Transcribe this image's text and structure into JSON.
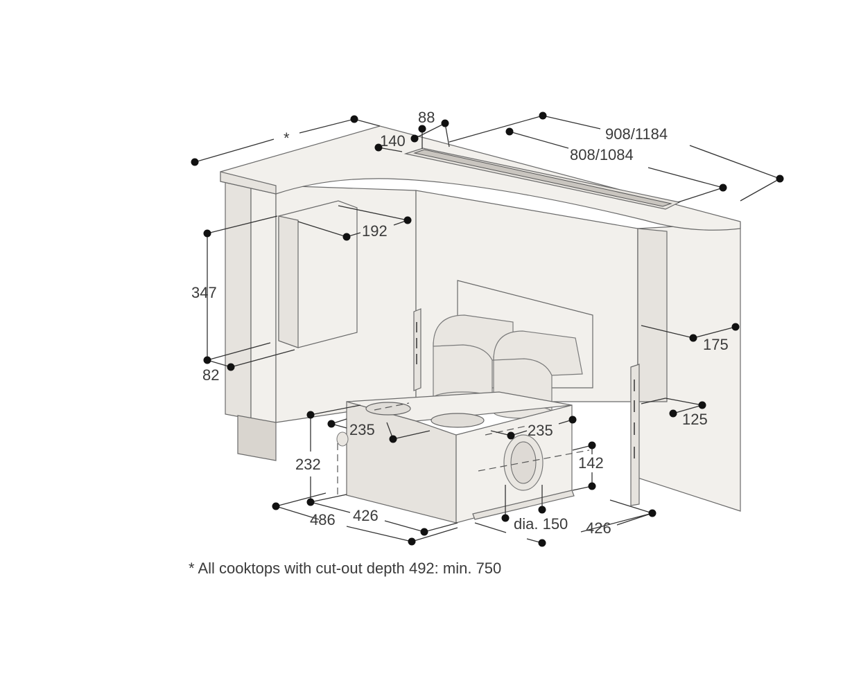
{
  "dimensions": {
    "width_star": "*",
    "depth_88": "88",
    "depth_140": "140",
    "outer_length": "908/1184",
    "inner_length": "808/1084",
    "depth_192": "192",
    "height_347": "347",
    "offset_82": "82",
    "offset_175": "175",
    "offset_125": "125",
    "outlet_235_left": "235",
    "outlet_235_right": "235",
    "height_232": "232",
    "height_142": "142",
    "depth_486": "486",
    "width_426_left": "426",
    "diameter": "dia. 150",
    "width_426_right": "426"
  },
  "footnote": "* All cooktops with cut-out depth 492: min. 750",
  "colors": {
    "line": "#333333",
    "surface": "#f2f0ec",
    "surface_shade": "#d9d5cf",
    "text": "#3a3a3a"
  }
}
